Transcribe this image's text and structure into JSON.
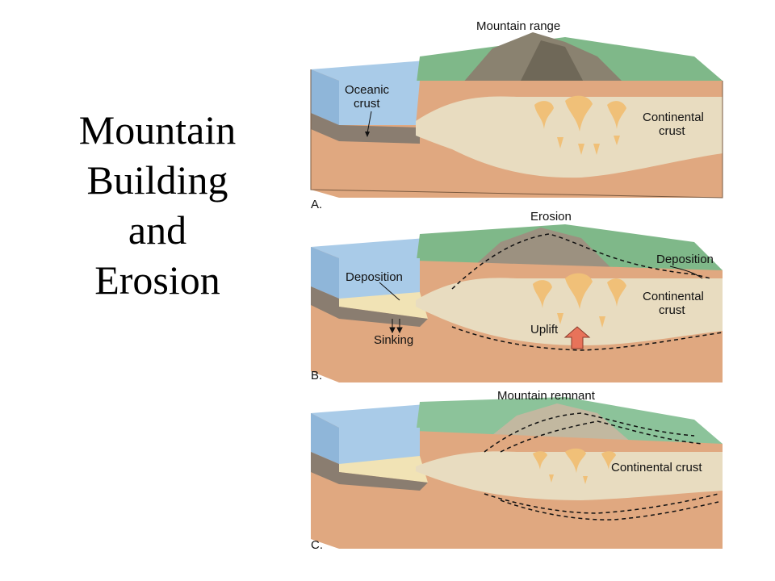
{
  "title": {
    "lines": [
      "Mountain",
      "Building",
      "and",
      "Erosion"
    ]
  },
  "panels": [
    {
      "letter": "A.",
      "top_label": "Mountain range",
      "labels": {
        "oceanic": [
          "Oceanic",
          "crust"
        ],
        "continental": [
          "Continental",
          "crust"
        ]
      }
    },
    {
      "letter": "B.",
      "top_label": "Erosion",
      "labels": {
        "deposition_left": "Deposition",
        "deposition_right": "Deposition",
        "continental": [
          "Continental",
          "crust"
        ],
        "sinking": "Sinking",
        "uplift": "Uplift"
      }
    },
    {
      "letter": "C.",
      "top_label": "Mountain remnant",
      "labels": {
        "continental": "Continental crust"
      }
    }
  ],
  "colors": {
    "ocean": "#a9cbe8",
    "ocean_front": "#8fb6d9",
    "mantle": "#e0a880",
    "crust": "#e8dcc0",
    "oceanic_crust": "#8a7d70",
    "sediment": "#f1e3b5",
    "land_green": "#7fb889",
    "mountain": "#8a8270",
    "pluton": "#f0c078",
    "arrow_red": "#e8735a"
  }
}
